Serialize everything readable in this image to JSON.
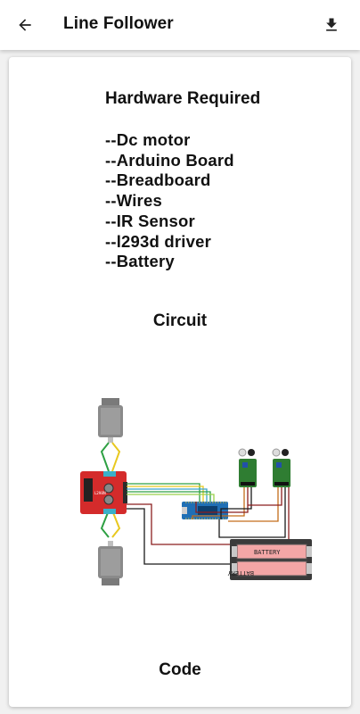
{
  "appbar": {
    "back_icon": "arrow-back-icon",
    "title": "Line Follower",
    "download_icon": "download-icon"
  },
  "content": {
    "hardware_heading": "Hardware Required",
    "hardware_items": [
      "--Dc motor",
      "--Arduino Board",
      "--Breadboard",
      "--Wires",
      "--IR Sensor",
      "--l293d driver",
      "--Battery"
    ],
    "circuit_heading": "Circuit",
    "circuit_labels": {
      "battery_top": "BATTERY",
      "battery_bottom": "BATTERY",
      "driver": "L298N"
    },
    "code_heading": "Code"
  },
  "colors": {
    "driver_board": "#d42b2b",
    "sensor_board": "#2f7d32",
    "arduino": "#1f6fb5",
    "battery_cell": "#f3a6a6",
    "battery_holder": "#3a3a3a"
  }
}
